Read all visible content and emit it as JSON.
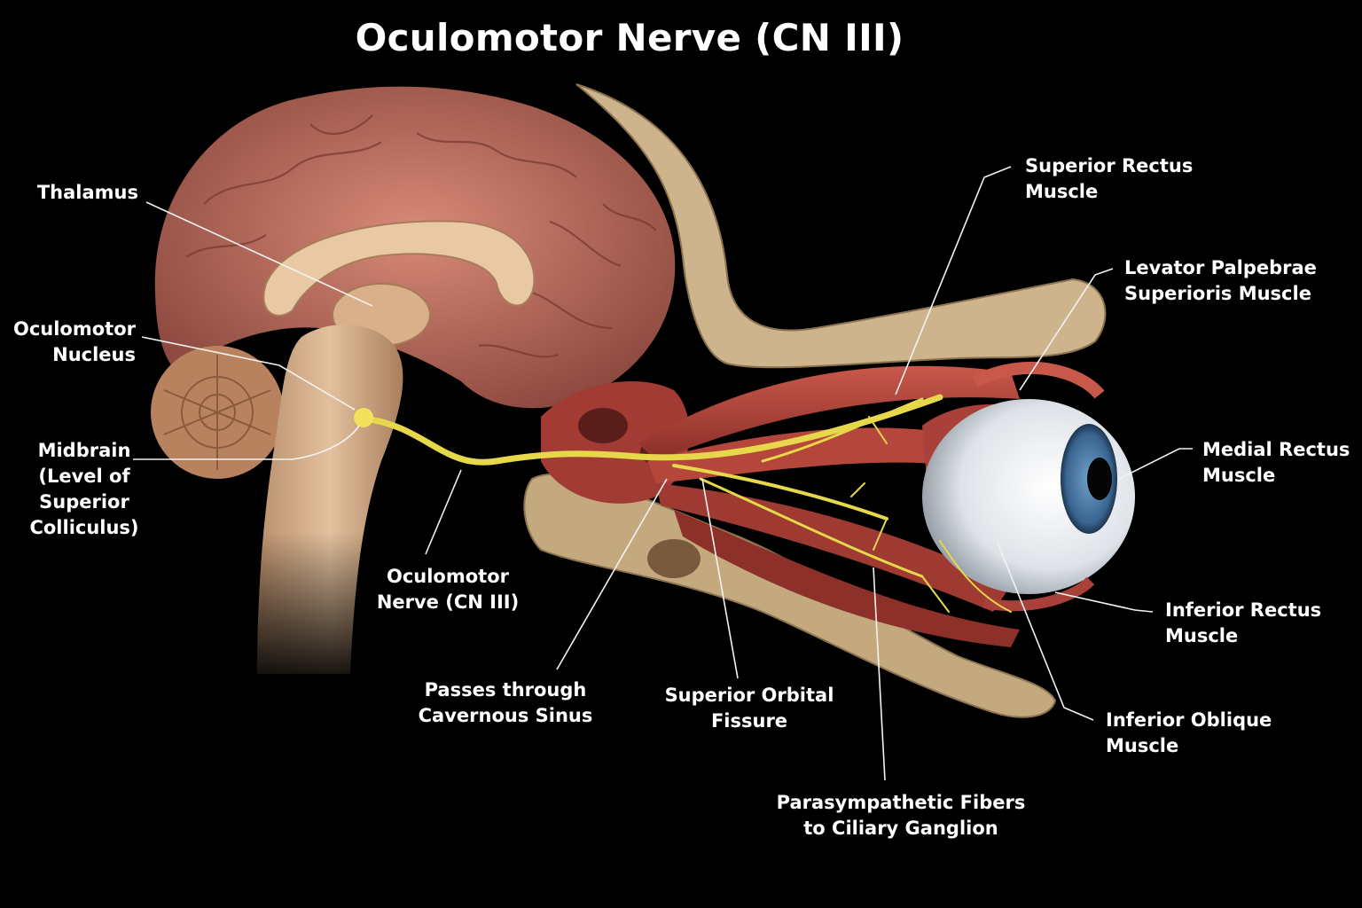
{
  "title": "Oculomotor Nerve (CN III)",
  "labels": {
    "thalamus": "Thalamus",
    "oculomotor_nucleus": "Oculomotor\nNucleus",
    "midbrain": "Midbrain\n(Level of\nSuperior\nColliculus)",
    "oculomotor_nerve": "Oculomotor\nNerve (CN III)",
    "cavernous_sinus": "Passes through\nCavernous Sinus",
    "superior_orbital_fissure": "Superior Orbital\nFissure",
    "parasympathetic": "Parasympathetic Fibers\nto Ciliary Ganglion",
    "superior_rectus": "Superior Rectus\nMuscle",
    "levator": "Levator Palpebrae\nSuperioris Muscle",
    "medial_rectus": "Medial Rectus\nMuscle",
    "inferior_rectus": "Inferior Rectus\nMuscle",
    "inferior_oblique": "Inferior Oblique\nMuscle"
  },
  "colors": {
    "background": "#000000",
    "nerve": "#e6d84a",
    "brain": "#c97868",
    "brainstem": "#dcb38e",
    "bone": "#cdb48c",
    "muscle": "#b4463c",
    "iris": "#3f6f9a"
  }
}
